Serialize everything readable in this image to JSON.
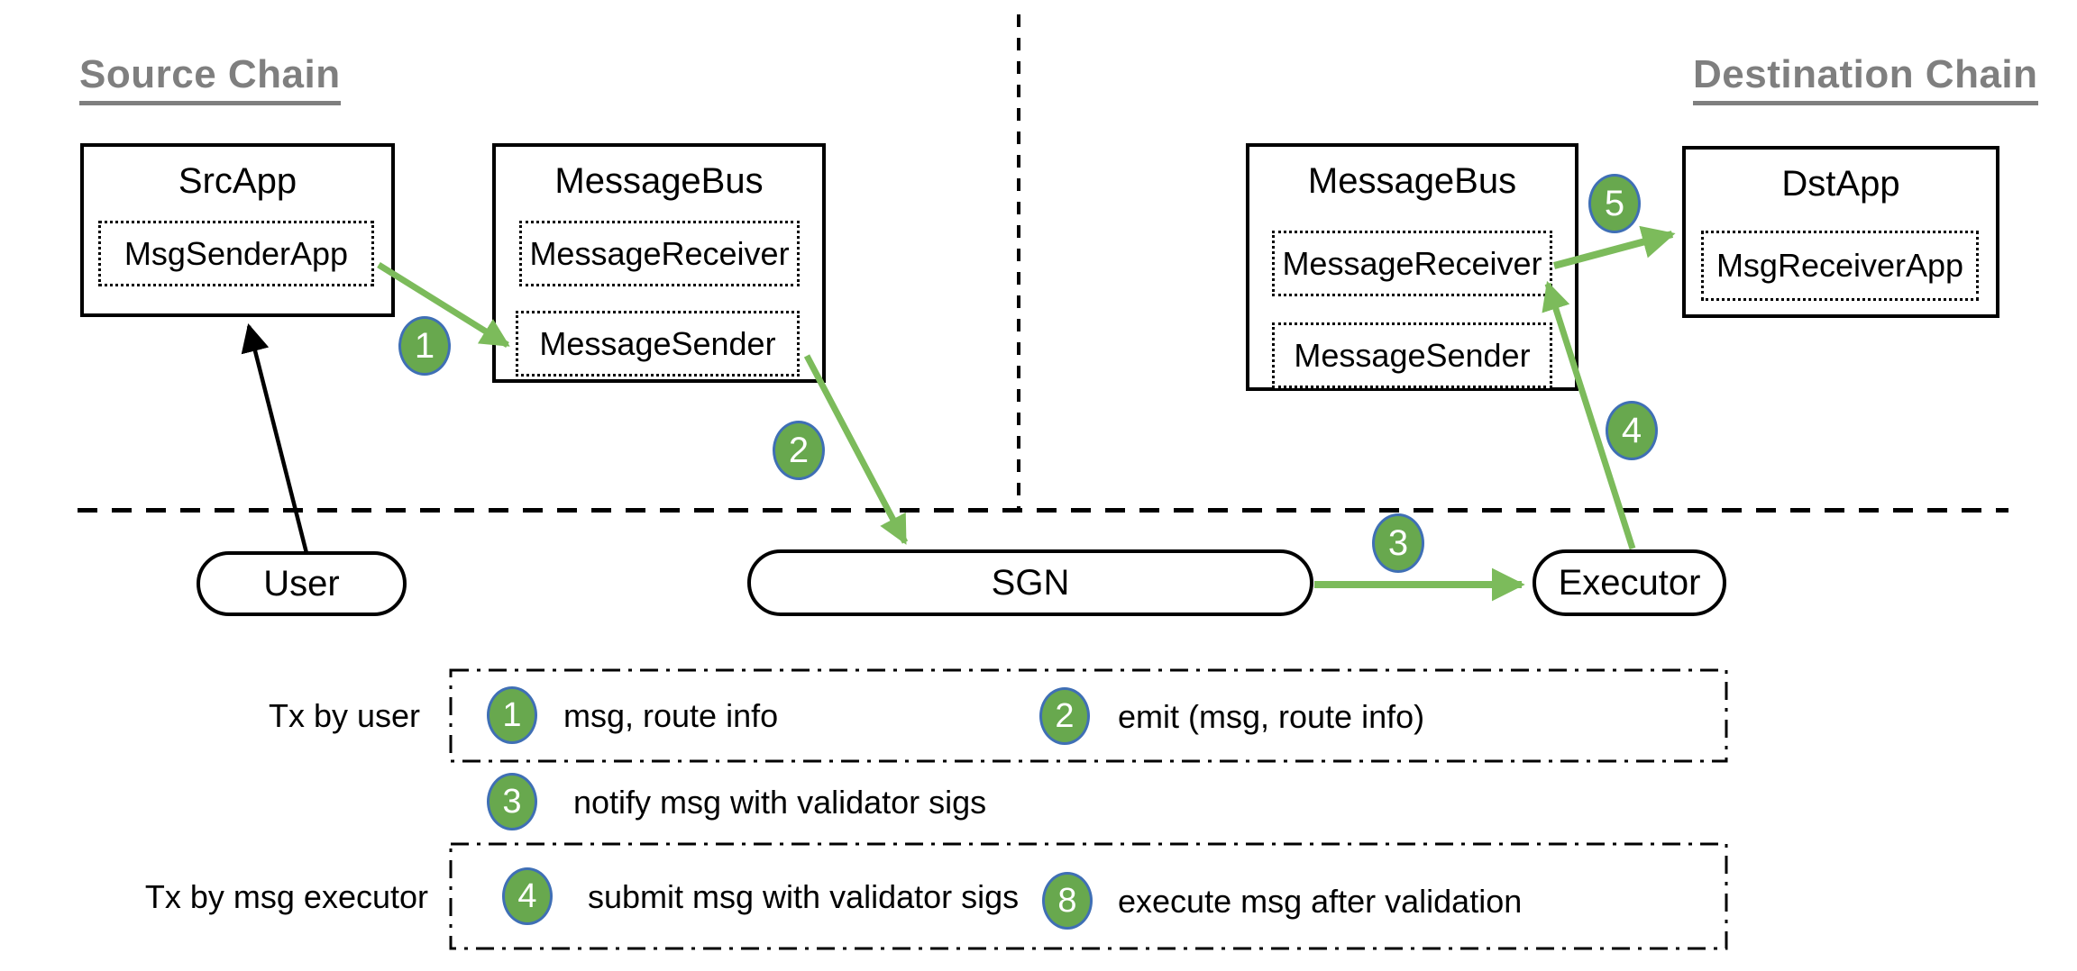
{
  "headers": {
    "source": "Source Chain",
    "destination": "Destination Chain"
  },
  "source_chain": {
    "src_app": {
      "title": "SrcApp",
      "inner": "MsgSenderApp"
    },
    "message_bus": {
      "title": "MessageBus",
      "receiver": "MessageReceiver",
      "sender": "MessageSender"
    }
  },
  "destination_chain": {
    "message_bus": {
      "title": "MessageBus",
      "receiver": "MessageReceiver",
      "sender": "MessageSender"
    },
    "dst_app": {
      "title": "DstApp",
      "inner": "MsgReceiverApp"
    }
  },
  "actors": {
    "user": "User",
    "sgn": "SGN",
    "executor": "Executor"
  },
  "step_badges": {
    "s1": "1",
    "s2": "2",
    "s3": "3",
    "s4": "4",
    "s5": "5"
  },
  "legend": {
    "row1_label": "Tx by user",
    "row2_label": "Tx by msg executor",
    "items": [
      {
        "num": "1",
        "text": "msg, route info"
      },
      {
        "num": "2",
        "text": "emit (msg, route info)"
      },
      {
        "num": "3",
        "text": "notify msg with validator sigs"
      },
      {
        "num": "4",
        "text": "submit msg with validator sigs"
      },
      {
        "num": "8",
        "text": "execute msg after validation"
      }
    ]
  },
  "colors": {
    "arrow_green": "#7cbb5b",
    "badge_green": "#68a84e",
    "badge_border_blue": "#3f6fb5",
    "heading_gray": "#7f7f7f"
  }
}
